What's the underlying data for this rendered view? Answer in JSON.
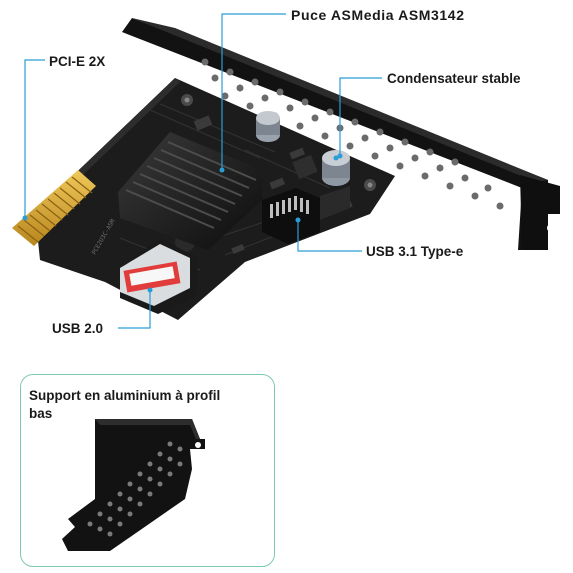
{
  "callouts": {
    "chip": "Puce ASMedia ASM3142",
    "pcie": "PCI-E 2X",
    "capacitor": "Condensateur stable",
    "usb31": "USB 3.1 Type-e",
    "usb20": "USB 2.0"
  },
  "inset": {
    "title": "Support en aluminium à profil bas"
  },
  "colors": {
    "pcb": "#1c1c1c",
    "bracket": "#121212",
    "gold_fingers": "#d4a02a",
    "usb_red": "#e23b3b",
    "leader_line": "#2b9dd6",
    "inset_border": "#7ec8b4"
  }
}
